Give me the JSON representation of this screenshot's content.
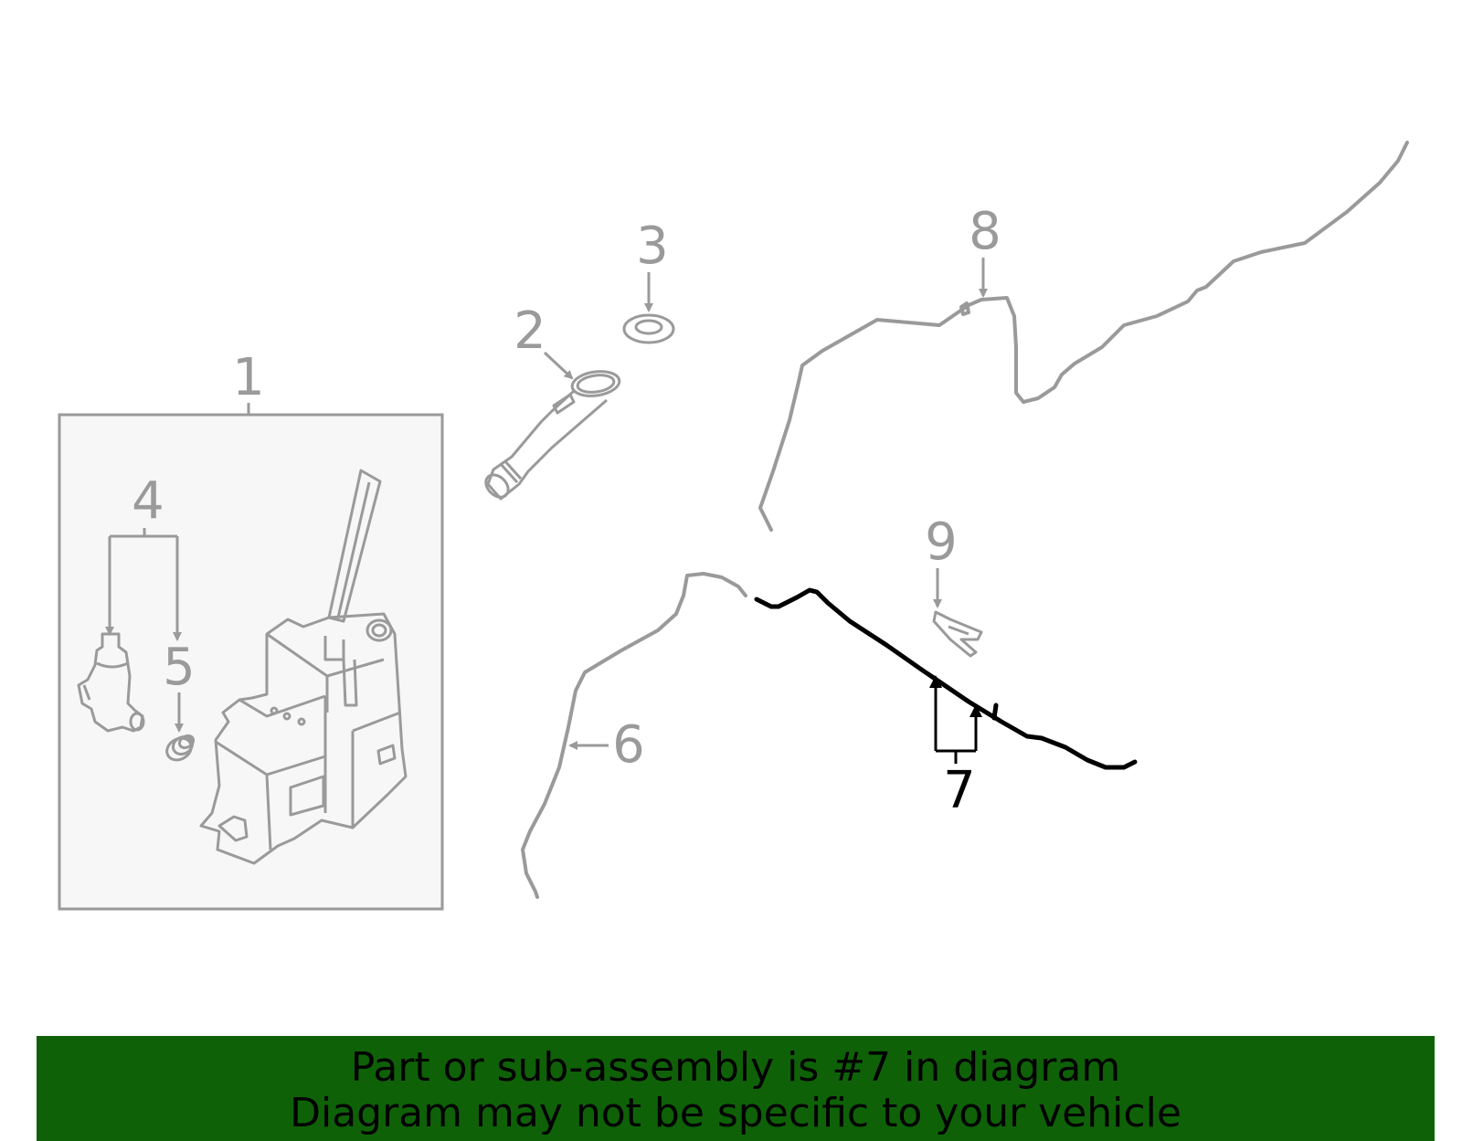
{
  "callouts": {
    "c1": "1",
    "c2": "2",
    "c3": "3",
    "c4": "4",
    "c5": "5",
    "c6": "6",
    "c7": "7",
    "c8": "8",
    "c9": "9"
  },
  "highlighted_part": "7",
  "banner": {
    "line1": "Part or sub-assembly is #7 in diagram",
    "line2": "Diagram may not be specific to your vehicle"
  },
  "colors": {
    "part_outline": "#9a9a9a",
    "highlight": "#000000",
    "banner_bg": "#0f6108",
    "box_fill": "#f7f7f7"
  }
}
